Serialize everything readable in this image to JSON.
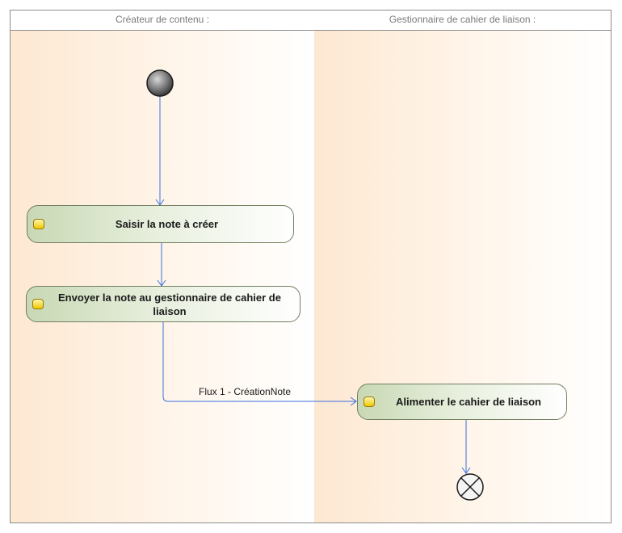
{
  "lanes": [
    {
      "title": "Créateur de contenu :"
    },
    {
      "title": "Gestionnaire de cahier de liaison :"
    }
  ],
  "actions": [
    {
      "label": "Saisir la note à créer"
    },
    {
      "label": "Envoyer la note au gestionnaire de cahier de liaison"
    },
    {
      "label": "Alimenter le cahier de liaison"
    }
  ],
  "flows": [
    {
      "label": "Flux 1 - CréationNote"
    }
  ],
  "colors": {
    "edge": "#3a6fe0",
    "lane_border": "#8c8c8c",
    "action_border": "#6f7f60",
    "action_fill": "#c8d8b4",
    "lane_fill": "#fde8d2"
  }
}
